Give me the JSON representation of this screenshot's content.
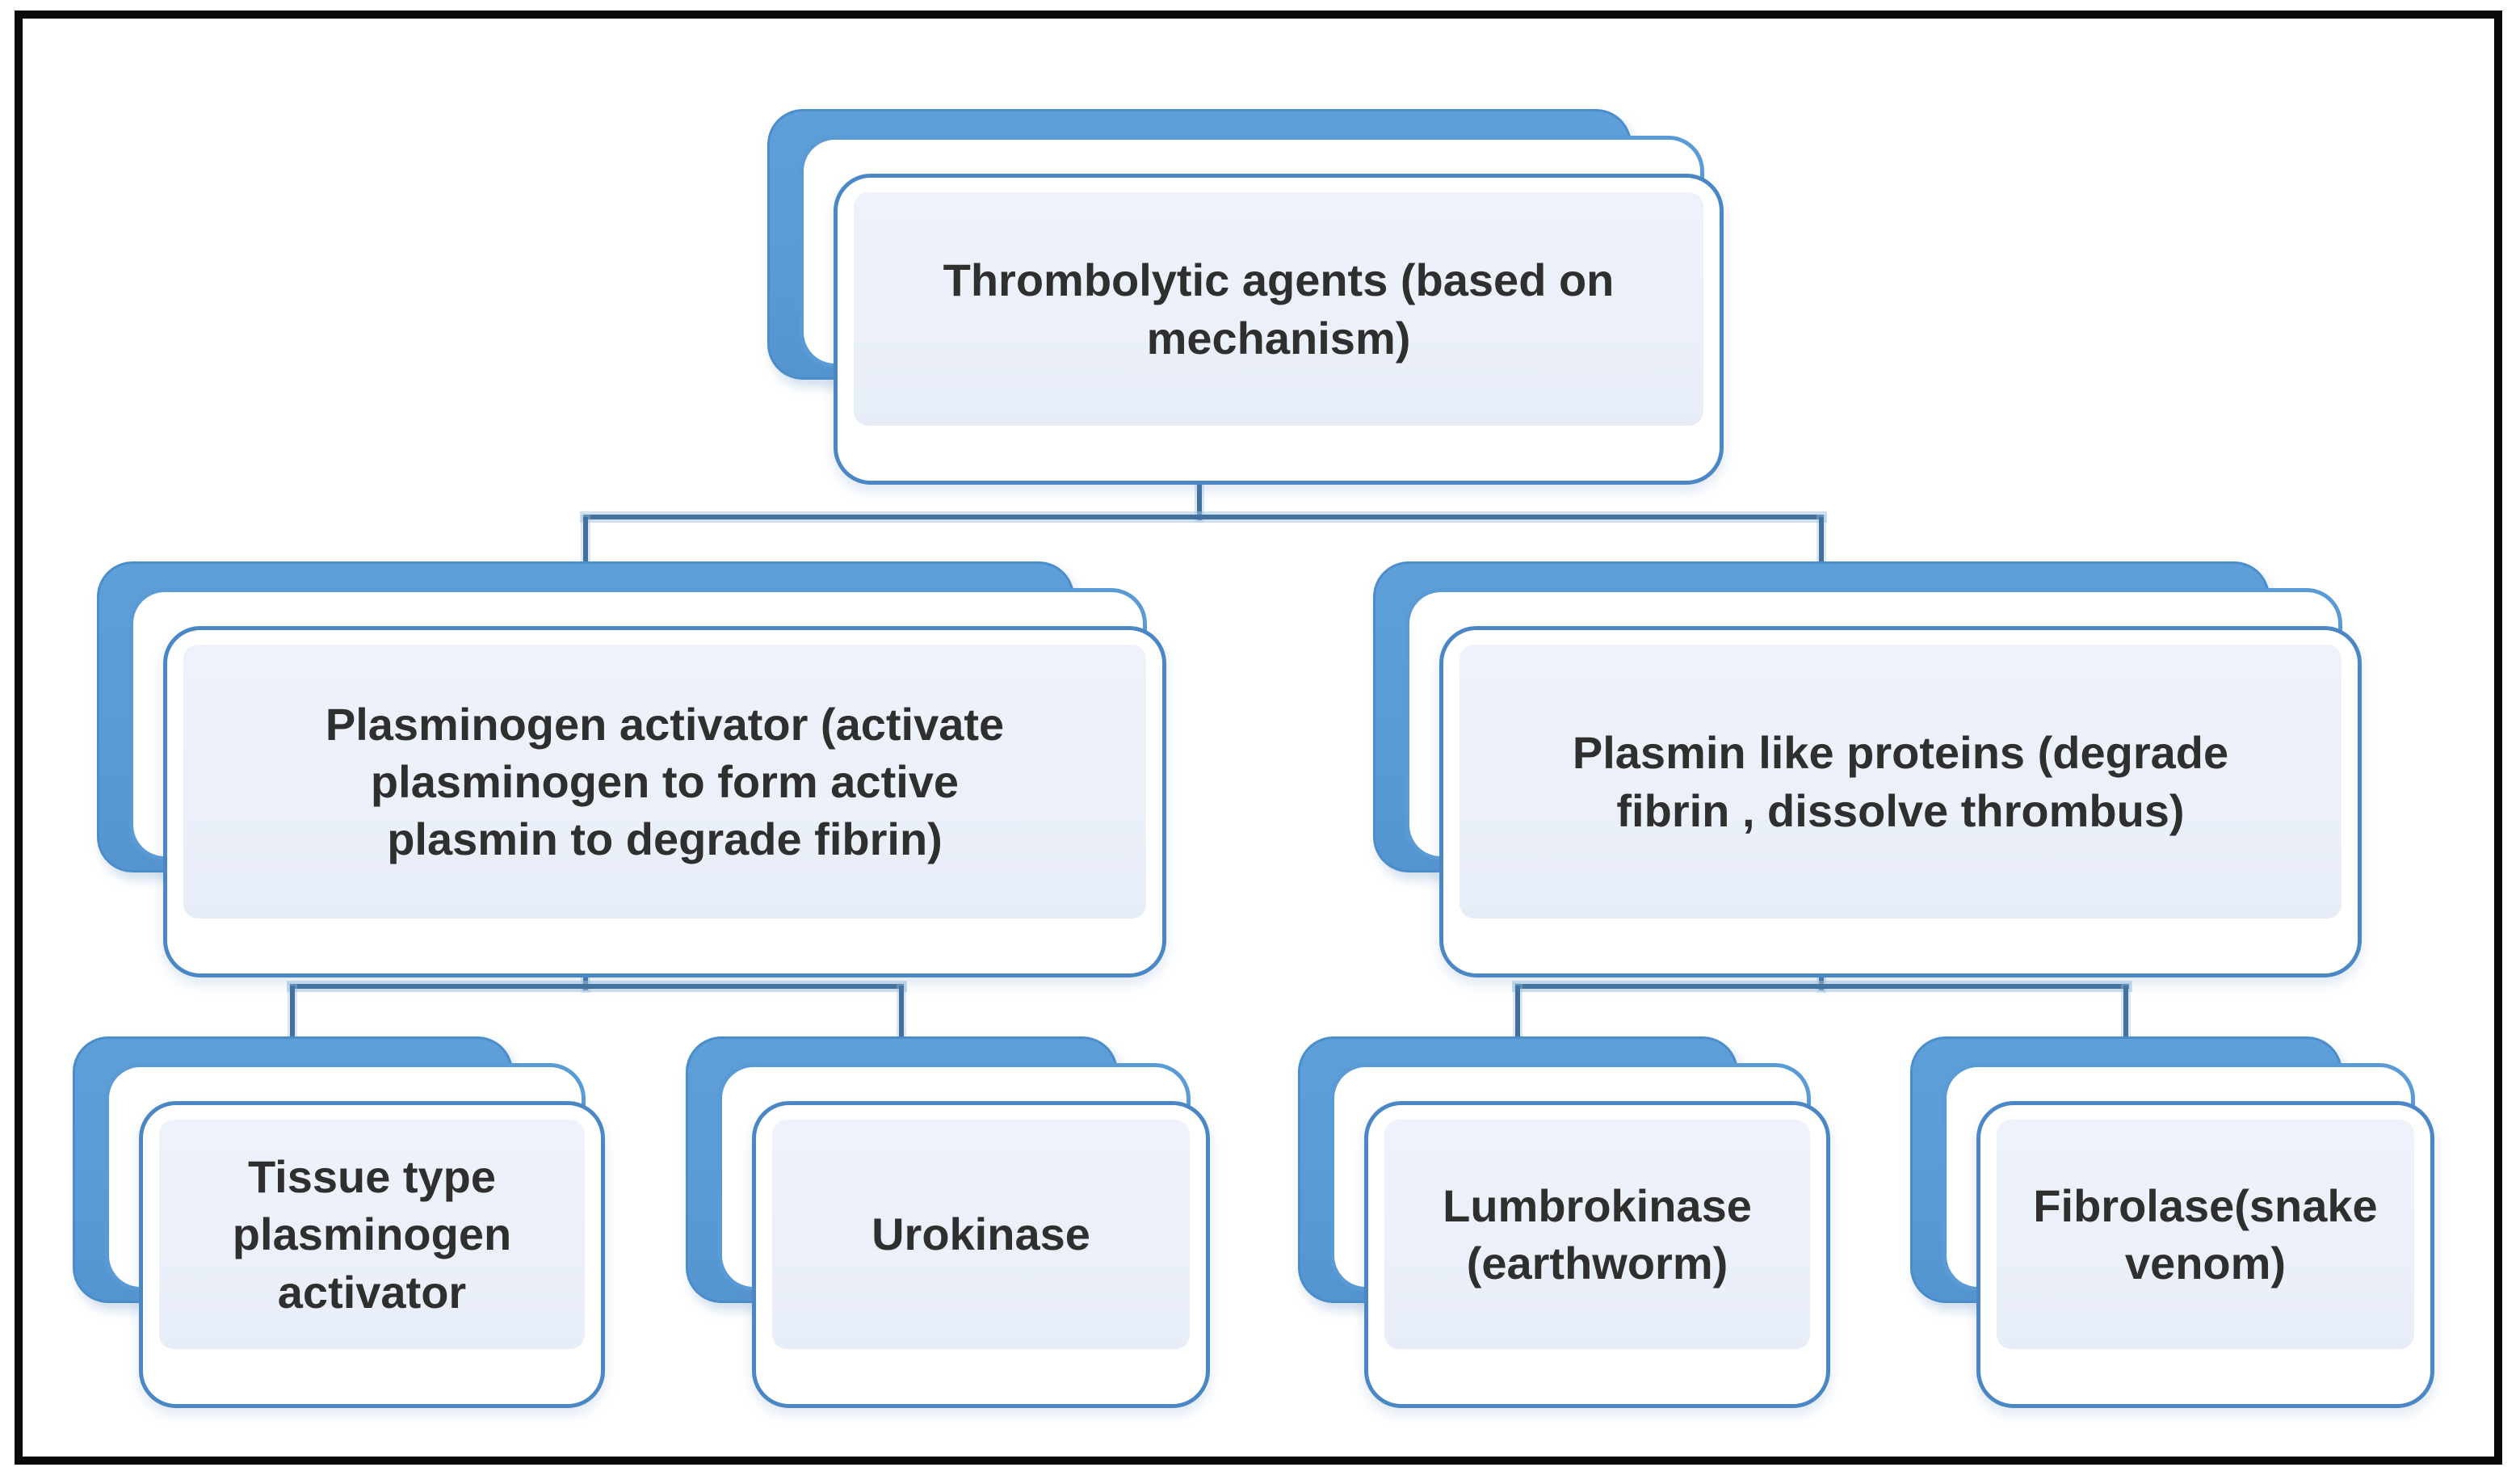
{
  "diagram": {
    "type": "hierarchy",
    "colors": {
      "card_blue": "#5b9bd5",
      "card_border": "#4c87c5",
      "panel_fill": "#eef1f8",
      "connector": "#41719c",
      "frame_border": "#0a0a0a",
      "text": "#2f2f2f"
    },
    "tree": {
      "root": {
        "label": "Thrombolytic agents (based on mechanism)"
      },
      "branches": [
        {
          "label": "Plasminogen activator (activate plasminogen to form active plasmin to degrade fibrin)",
          "children": [
            "Tissue type plasminogen activator",
            "Urokinase"
          ]
        },
        {
          "label": "Plasmin like proteins (degrade fibrin , dissolve thrombus)",
          "children": [
            "Lumbrokinase (earthworm)",
            "Fibrolase(snake venom)"
          ]
        }
      ]
    }
  }
}
